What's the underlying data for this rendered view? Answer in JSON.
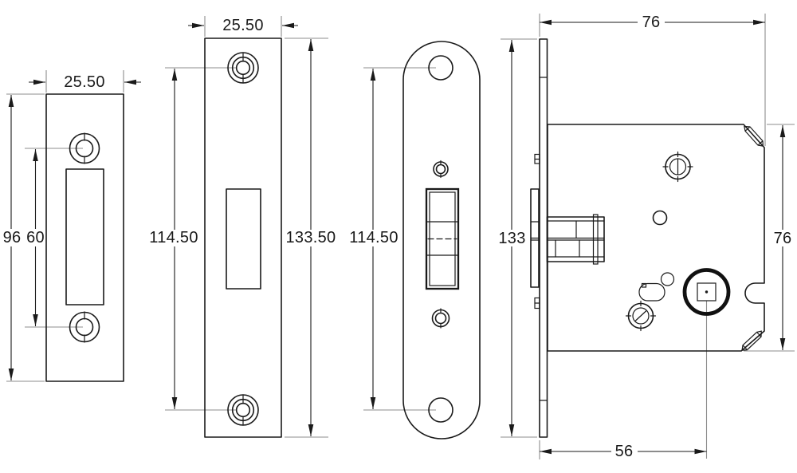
{
  "drawing": {
    "strike_plate": {
      "width": "25.50",
      "height": "96",
      "hole_spacing": "60"
    },
    "flat_forend": {
      "width": "25.50",
      "hole_spacing": "114.50",
      "height": "133.50"
    },
    "radius_forend": {
      "hole_spacing": "114.50"
    },
    "lock_case": {
      "depth": "76",
      "height": "133",
      "body_height": "76",
      "backset": "56"
    }
  },
  "colors": {
    "line": "#1a1a1a",
    "extension_line": "#8c8c8c",
    "background": "#ffffff"
  }
}
